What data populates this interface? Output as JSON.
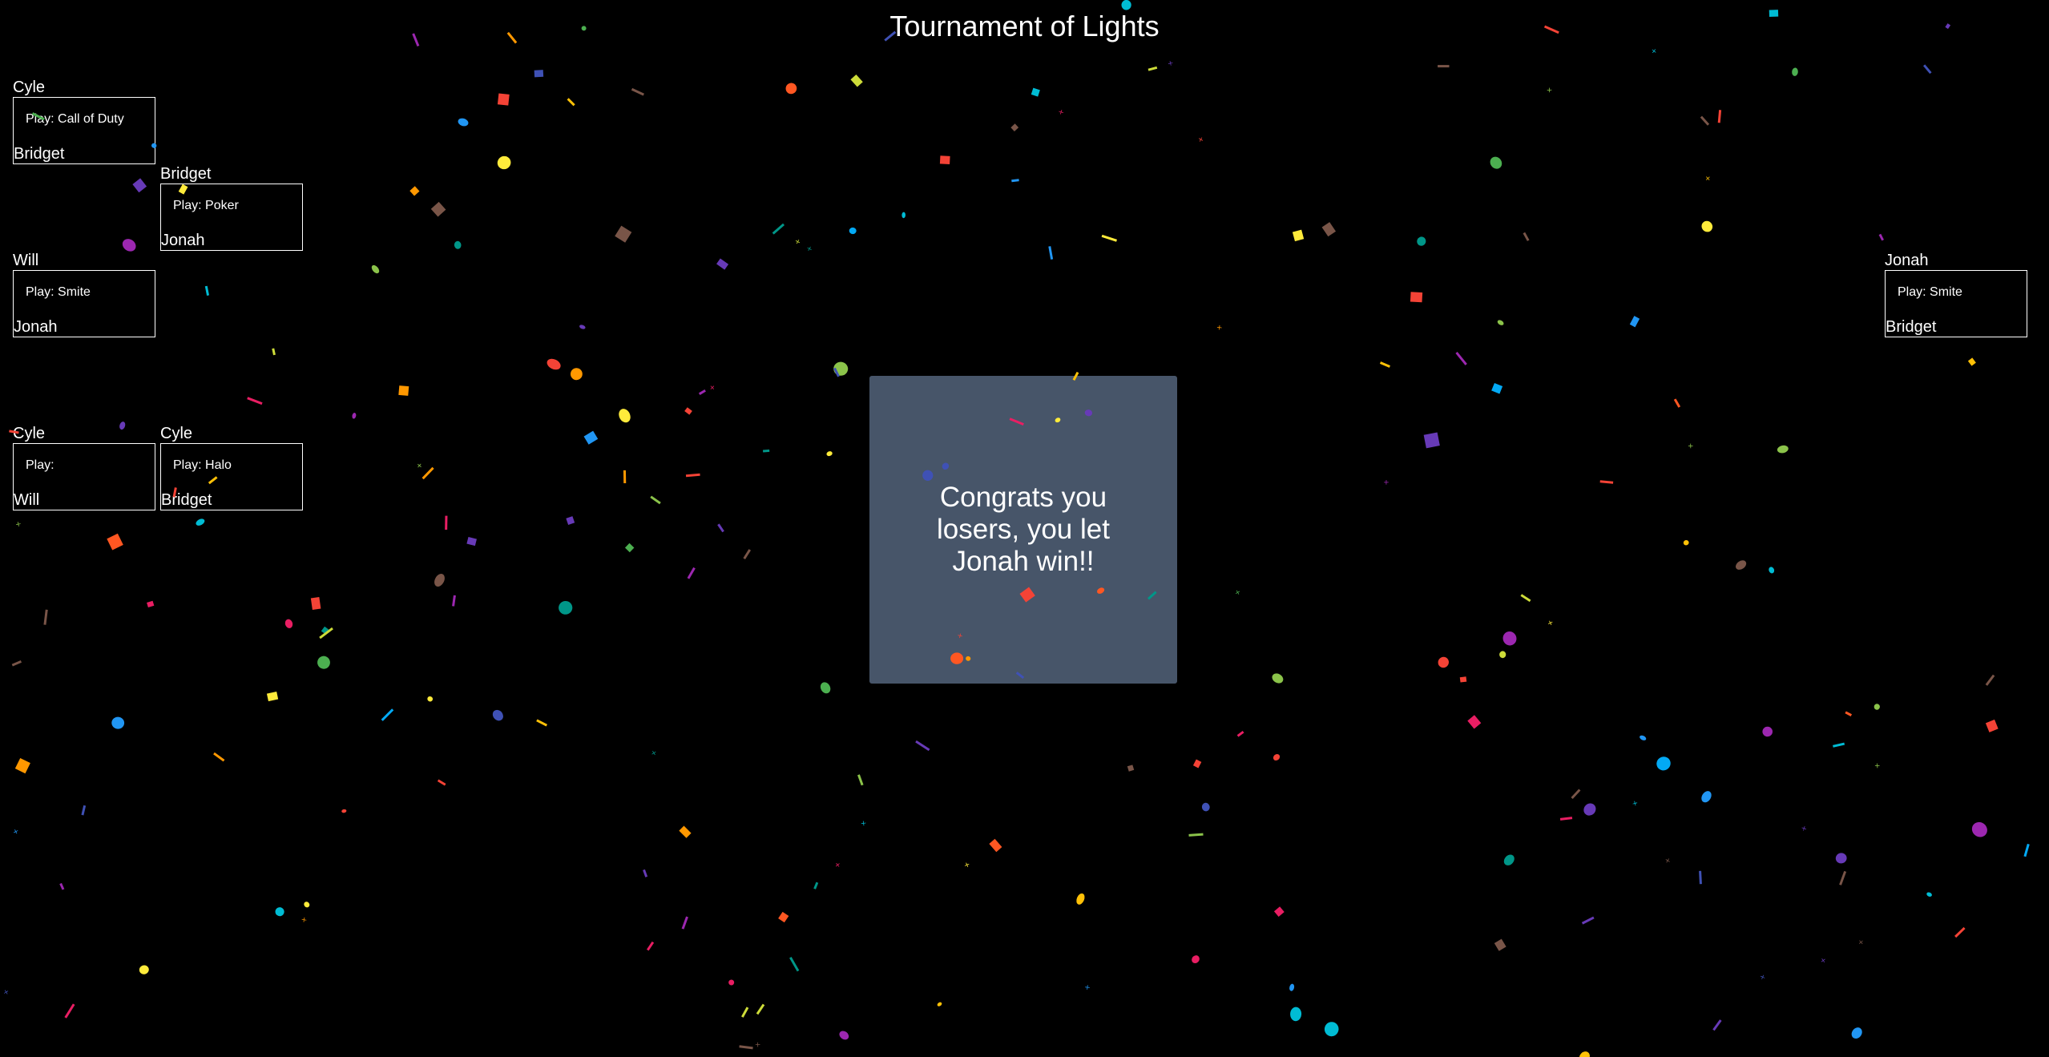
{
  "page": {
    "title": "Tournament of Lights",
    "background": "#000000"
  },
  "bracket": {
    "left": {
      "round1": [
        {
          "top_player": "Cyle",
          "play_label": "Play: Call of Duty",
          "bottom_player": "Bridget"
        },
        {
          "top_player": "Will",
          "play_label": "Play: Smite",
          "bottom_player": "Jonah"
        },
        {
          "top_player": "Cyle",
          "play_label": "Play:",
          "bottom_player": "Will"
        }
      ],
      "round2": [
        {
          "top_player": "Bridget",
          "play_label": "Play: Poker",
          "bottom_player": "Jonah"
        },
        {
          "top_player": "Cyle",
          "play_label": "Play: Halo",
          "bottom_player": "Bridget"
        }
      ]
    },
    "right": {
      "final": {
        "top_player": "Jonah",
        "play_label": "Play: Smite",
        "bottom_player": "Bridget"
      }
    }
  },
  "winner_panel": {
    "message": "Congrats you losers, you let Jonah win!!",
    "background": "#475569"
  },
  "confetti": {
    "palette": [
      "#f44336",
      "#e91e63",
      "#9c27b0",
      "#673ab7",
      "#3f51b5",
      "#2196f3",
      "#03a9f4",
      "#00bcd4",
      "#009688",
      "#4caf50",
      "#8bc34a",
      "#cddc39",
      "#ffeb3b",
      "#ffc107",
      "#ff9800",
      "#ff5722",
      "#795548"
    ]
  }
}
